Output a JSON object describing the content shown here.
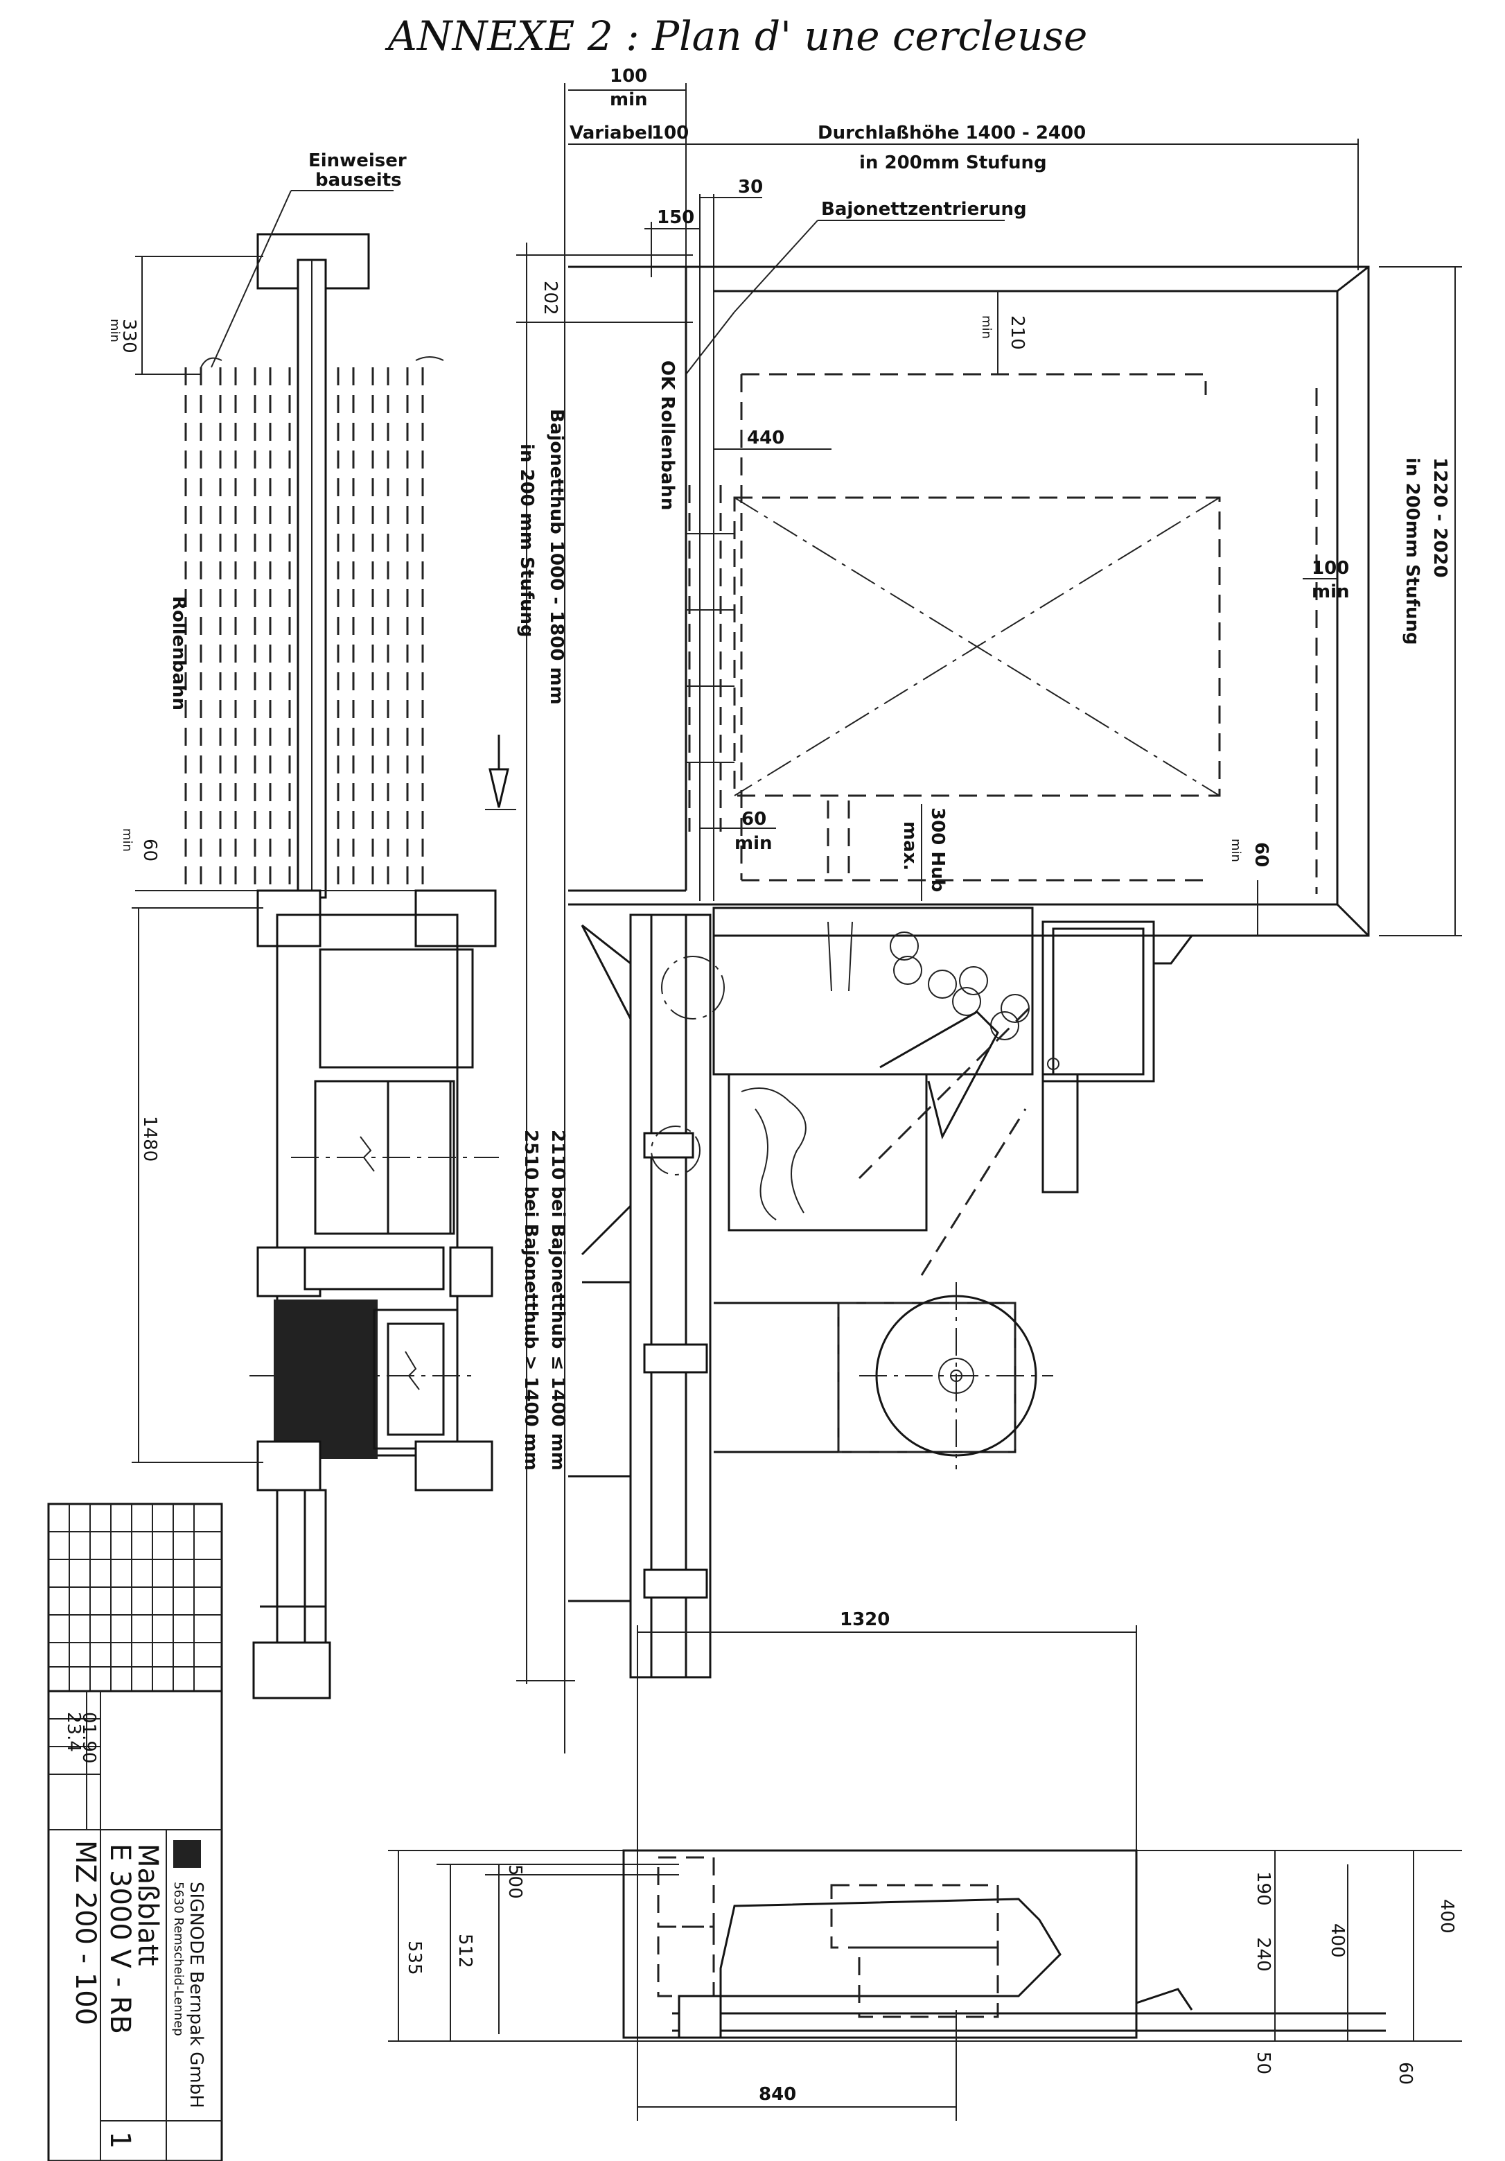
{
  "title": "ANNEXE 2 : Plan d' une cercleuse",
  "labels": {
    "einweiser_1": "Einweiser",
    "einweiser_2": "bauseits",
    "rollenbahn_left": "Rollenbahn",
    "ok_rollenbahn": "OK Rollenbahn",
    "bajonettzentrierung": "Bajonettzentrierung",
    "durchlass": "Durchlaßhöhe   1400  - 2400",
    "durchlass_step": "in 200mm Stufung",
    "variabel": "Variabel",
    "bajonetthub": "Bajonetthub  1000  -  1800 mm",
    "bajonetthub_step": "in 200 mm  Stufung",
    "height_range": "1220  -  2020",
    "height_step": "in 200mm Stufung",
    "hub": "300 Hub",
    "hub_max": "max.",
    "bajonett_2110": "2110  bei  Bajonetthub  ≤  1400 mm",
    "bajonett_2510": "2510  bei  Bajonetthub  >  1400 mm"
  },
  "dimensions": {
    "d100_top": "100",
    "min_top": "min",
    "d100_var": "100",
    "d30": "30",
    "d150": "150",
    "d202": "202",
    "d330": "330",
    "min_330": "min",
    "d210": "210",
    "min_210": "min",
    "d440": "440",
    "d100_right": "100",
    "min_right": "min",
    "d60_left": "60",
    "min_60_left": "min",
    "d60_mid": "60",
    "min_60_mid": "min",
    "d60_right": "60",
    "min_60_right": "min",
    "d1480": "1480",
    "d1320": "1320",
    "d840": "840",
    "d535": "535",
    "d512": "512",
    "d500": "500",
    "d190": "190",
    "d240": "240",
    "d50": "50",
    "d400": "400",
    "d400b": "400",
    "d60_bottom": "60"
  },
  "title_block": {
    "company": "SIGNODE Bernpak GmbH",
    "address": "5630 Remscheid-Lennep",
    "sheet": "Maßblatt",
    "model": "E 3000 V - RB",
    "code": "MZ 200 - 100",
    "date": "01.90",
    "drawn": "23.4",
    "page": "1"
  }
}
